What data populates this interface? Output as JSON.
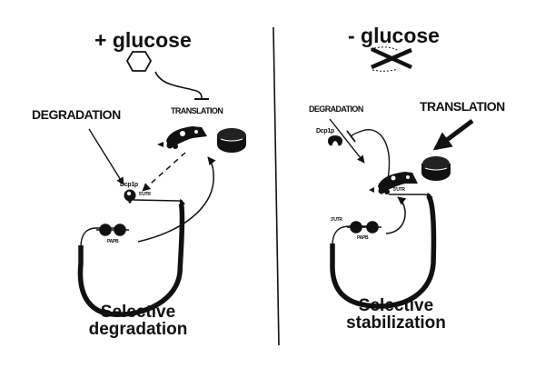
{
  "figure": {
    "left_panel": {
      "condition": "+ glucose",
      "glucose_icon": "hexagon-icon",
      "degradation_label": "DEGRADATION",
      "translation_label": "TRANSLATION",
      "decapping_enzyme_label": "Dcp1p",
      "utr5_label": "5'UTR",
      "pab_label": "PAPB",
      "caption_line1": "Selective",
      "caption_line2": "degradation"
    },
    "right_panel": {
      "condition": "- glucose",
      "glucose_icon": "crossed-out-hexagon-icon",
      "degradation_label": "DEGRADATION",
      "translation_label": "TRANSLATION",
      "decapping_enzyme_label": "Dcp1p",
      "utr5_label": "5'UTR",
      "utr3_label": "3'UTR",
      "pab_label": "PAPB",
      "caption_line1": "Selective",
      "caption_line2": "stabilization"
    },
    "colors": {
      "ink": "#111111",
      "background": "#ffffff"
    }
  }
}
